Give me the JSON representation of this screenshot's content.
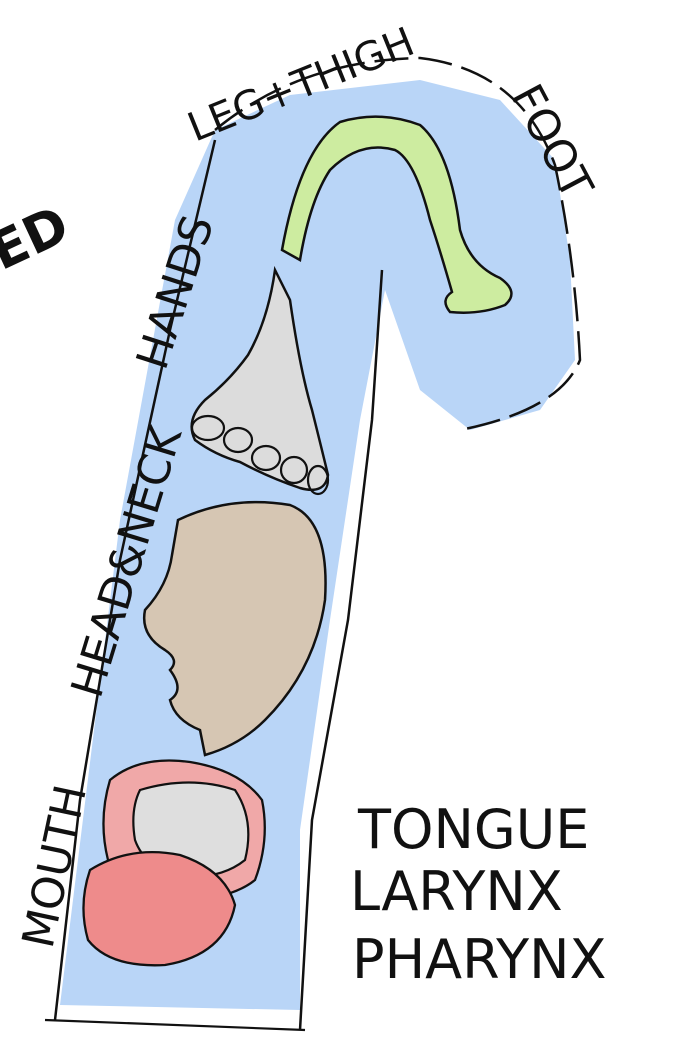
{
  "labels": {
    "fragment": "ED",
    "leg_thigh": "LEG+THIGH",
    "foot": "FOOT",
    "hands": "HANDS",
    "head_neck": "HEAD&NECK",
    "mouth": "MOUTH",
    "tongue": "TONGUE",
    "larynx": "LARYNX",
    "pharynx": "PHARYNX"
  },
  "colors": {
    "band": "#b9d5f7",
    "ink": "#111111",
    "foot_fill": "#cdeca0",
    "hand_fill": "#dcdcdc",
    "head_fill": "#d6c6b3",
    "lips_fill": "#f0a8a8",
    "tongue_fill": "#ee8b8b",
    "teeth_fill": "#dedede"
  }
}
